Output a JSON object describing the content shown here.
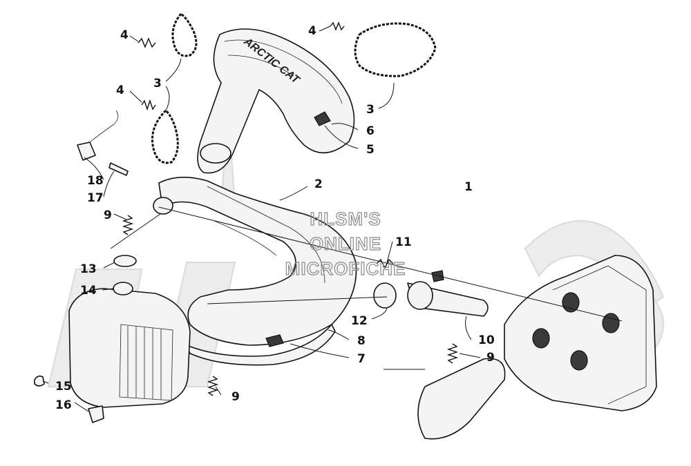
{
  "watermark": {
    "lines": [
      "HLSM'S",
      "ONLINE",
      "MICROFICHE"
    ]
  },
  "parts": [
    {
      "key": "p1",
      "label": "1"
    },
    {
      "key": "p2",
      "label": "2"
    },
    {
      "key": "p3a",
      "label": "3"
    },
    {
      "key": "p3b",
      "label": "3"
    },
    {
      "key": "p4a",
      "label": "4"
    },
    {
      "key": "p4b",
      "label": "4"
    },
    {
      "key": "p4c",
      "label": "4"
    },
    {
      "key": "p5",
      "label": "5"
    },
    {
      "key": "p6",
      "label": "6"
    },
    {
      "key": "p7",
      "label": "7"
    },
    {
      "key": "p8",
      "label": "8"
    },
    {
      "key": "p9a",
      "label": "9"
    },
    {
      "key": "p9b",
      "label": "9"
    },
    {
      "key": "p9c",
      "label": "9"
    },
    {
      "key": "p10",
      "label": "10"
    },
    {
      "key": "p11",
      "label": "11"
    },
    {
      "key": "p12",
      "label": "12"
    },
    {
      "key": "p13",
      "label": "13"
    },
    {
      "key": "p14",
      "label": "14"
    },
    {
      "key": "p15",
      "label": "15"
    },
    {
      "key": "p16",
      "label": "16"
    },
    {
      "key": "p17",
      "label": "17"
    },
    {
      "key": "p18",
      "label": "18"
    }
  ],
  "heat_shield_logo": "ARCTIC CAT"
}
